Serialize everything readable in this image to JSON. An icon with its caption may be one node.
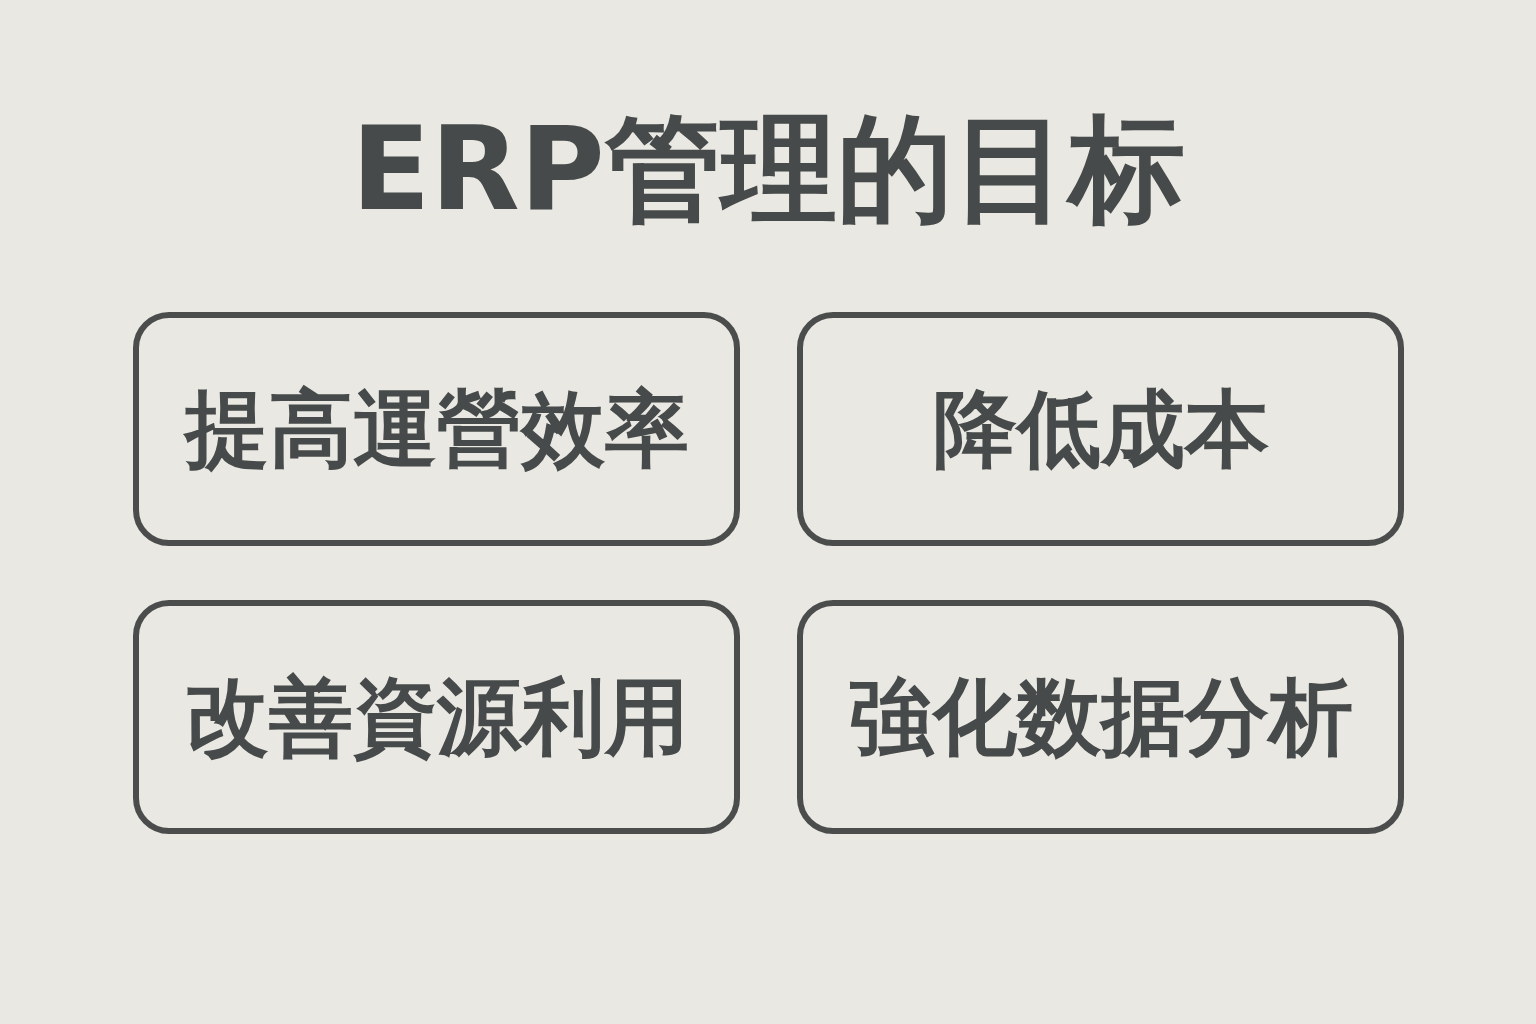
{
  "diagram": {
    "title": "ERP管理的目标",
    "nodes": [
      {
        "text": [
          "提高運營效率"
        ]
      },
      {
        "text": [
          "降低成本"
        ]
      },
      {
        "text": [
          "改善資源利用"
        ]
      },
      {
        "text": [
          "強化数据分析"
        ]
      }
    ]
  }
}
